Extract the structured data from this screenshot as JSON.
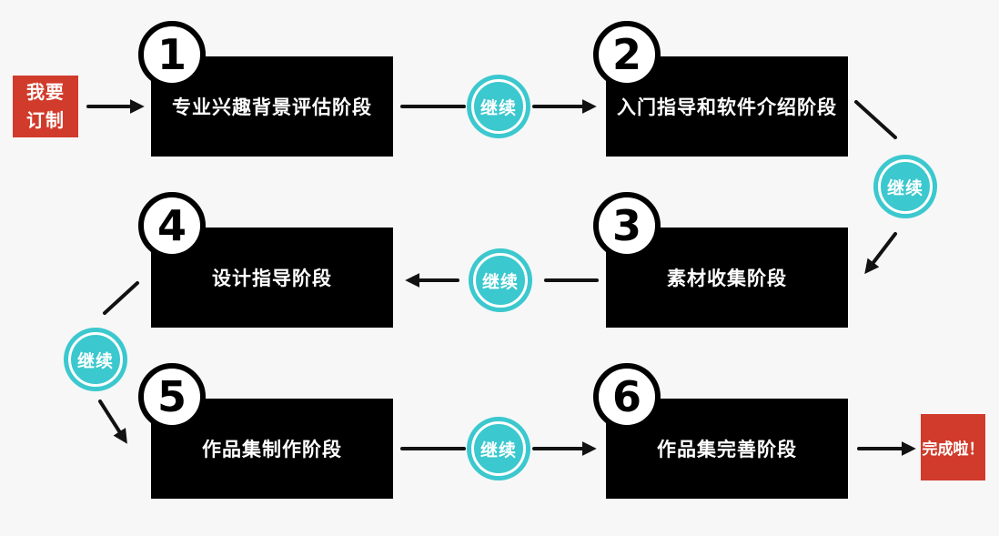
{
  "palette": {
    "background": "#f7f7f7",
    "step_box": "#000000",
    "accent_teal": "#3bc8ce",
    "cta_red": "#d13b2b",
    "text_on_dark": "#ffffff",
    "arrow": "#121212"
  },
  "start_badge": {
    "lines": [
      "我要",
      "订制"
    ]
  },
  "end_badge": {
    "label": "完成啦！"
  },
  "connector_label": "继续",
  "steps": [
    {
      "number": "1",
      "label": "专业兴趣背景评估阶段"
    },
    {
      "number": "2",
      "label": "入门指导和软件介绍阶段"
    },
    {
      "number": "3",
      "label": "素材收集阶段"
    },
    {
      "number": "4",
      "label": "设计指导阶段"
    },
    {
      "number": "5",
      "label": "作品集制作阶段"
    },
    {
      "number": "6",
      "label": "作品集完善阶段"
    }
  ]
}
